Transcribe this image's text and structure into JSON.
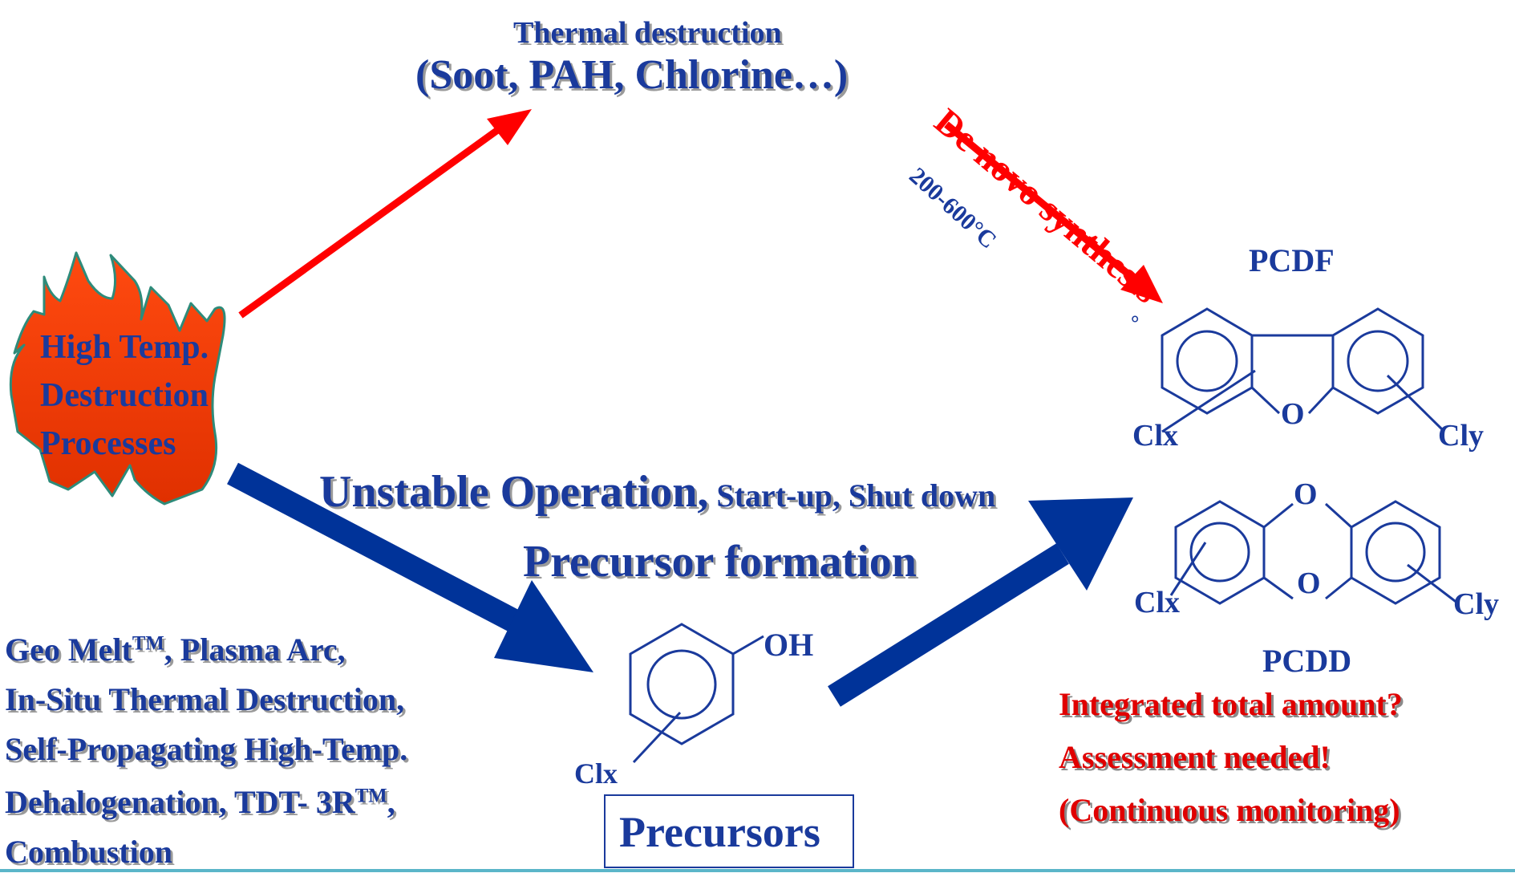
{
  "top": {
    "line1": "Thermal destruction",
    "line2": "(Soot, PAH, Chlorine…)"
  },
  "de_novo": {
    "label": "De novo synthesis",
    "temperature": "200-600°C",
    "degree_mark": "°"
  },
  "flame": {
    "lines": [
      "High Temp.",
      "Destruction",
      "Processes"
    ]
  },
  "middle": {
    "unstable_main": "Unstable Operation,",
    "unstable_small": " Start-up, Shut down",
    "precursor_formation": "Precursor formation"
  },
  "pcdf": {
    "title": "PCDF",
    "oxygen": "O",
    "clx": "Clx",
    "cly": "Cly"
  },
  "pcdd": {
    "title": "PCDD",
    "oxygen_top": "O",
    "oxygen_bottom": "O",
    "clx": "Clx",
    "cly": "Cly"
  },
  "phenol": {
    "oh": "OH",
    "clx": "Clx"
  },
  "precursors_box": "Precursors",
  "technologies": {
    "line1_a": "Geo Melt",
    "line1_tm": "TM",
    "line1_b": ", Plasma Arc,",
    "line2": "In-Situ Thermal Destruction,",
    "line3": "Self-Propagating High-Temp.",
    "line4_a": "Dehalogenation, TDT- 3R",
    "line4_tm": "TM",
    "line4_b": ",",
    "line5": "Combustion"
  },
  "assessment": {
    "line1": "Integrated total amount?",
    "line2": "Assessment needed!",
    "line3": "(Continuous monitoring)"
  },
  "colors": {
    "navy": "#1a3a9c",
    "red": "#ff0000",
    "flame_fill": "#ff3300",
    "flame_edge": "#2e8b7a"
  }
}
